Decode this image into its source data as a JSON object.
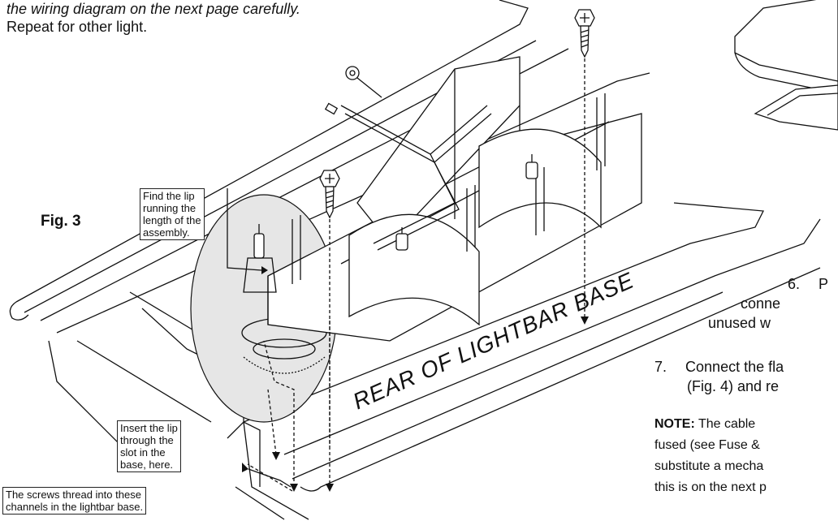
{
  "intro": {
    "line1": "the wiring diagram on the next page carefully.",
    "line2": "Repeat for other light."
  },
  "figure_label": "Fig. 3",
  "callouts": {
    "find_lip": [
      "Find the lip",
      "running the",
      "length of the",
      "assembly."
    ],
    "insert_lip": [
      "Insert the lip",
      "through the",
      "slot in the",
      "base, here."
    ],
    "screws": [
      "The screws thread into these",
      "channels in the lightbar base."
    ]
  },
  "rear_label": "REAR OF LIGHTBAR BASE",
  "steps": {
    "step6_number": "6.",
    "step6_line1": "P",
    "step6_line2": "conne",
    "step6_line3": "unused w",
    "step7_number": "7.",
    "step7_line1": "Connect the fla",
    "step7_line2": "(Fig. 4) and re"
  },
  "note": {
    "label": "NOTE:",
    "line1": "The cable",
    "line2": "fused (see Fuse &",
    "line3": "substitute a mecha",
    "line4": "this is on the next p"
  },
  "icons": [
    "screw-icon",
    "halogen-bulb-icon",
    "ring-terminal-icon"
  ]
}
